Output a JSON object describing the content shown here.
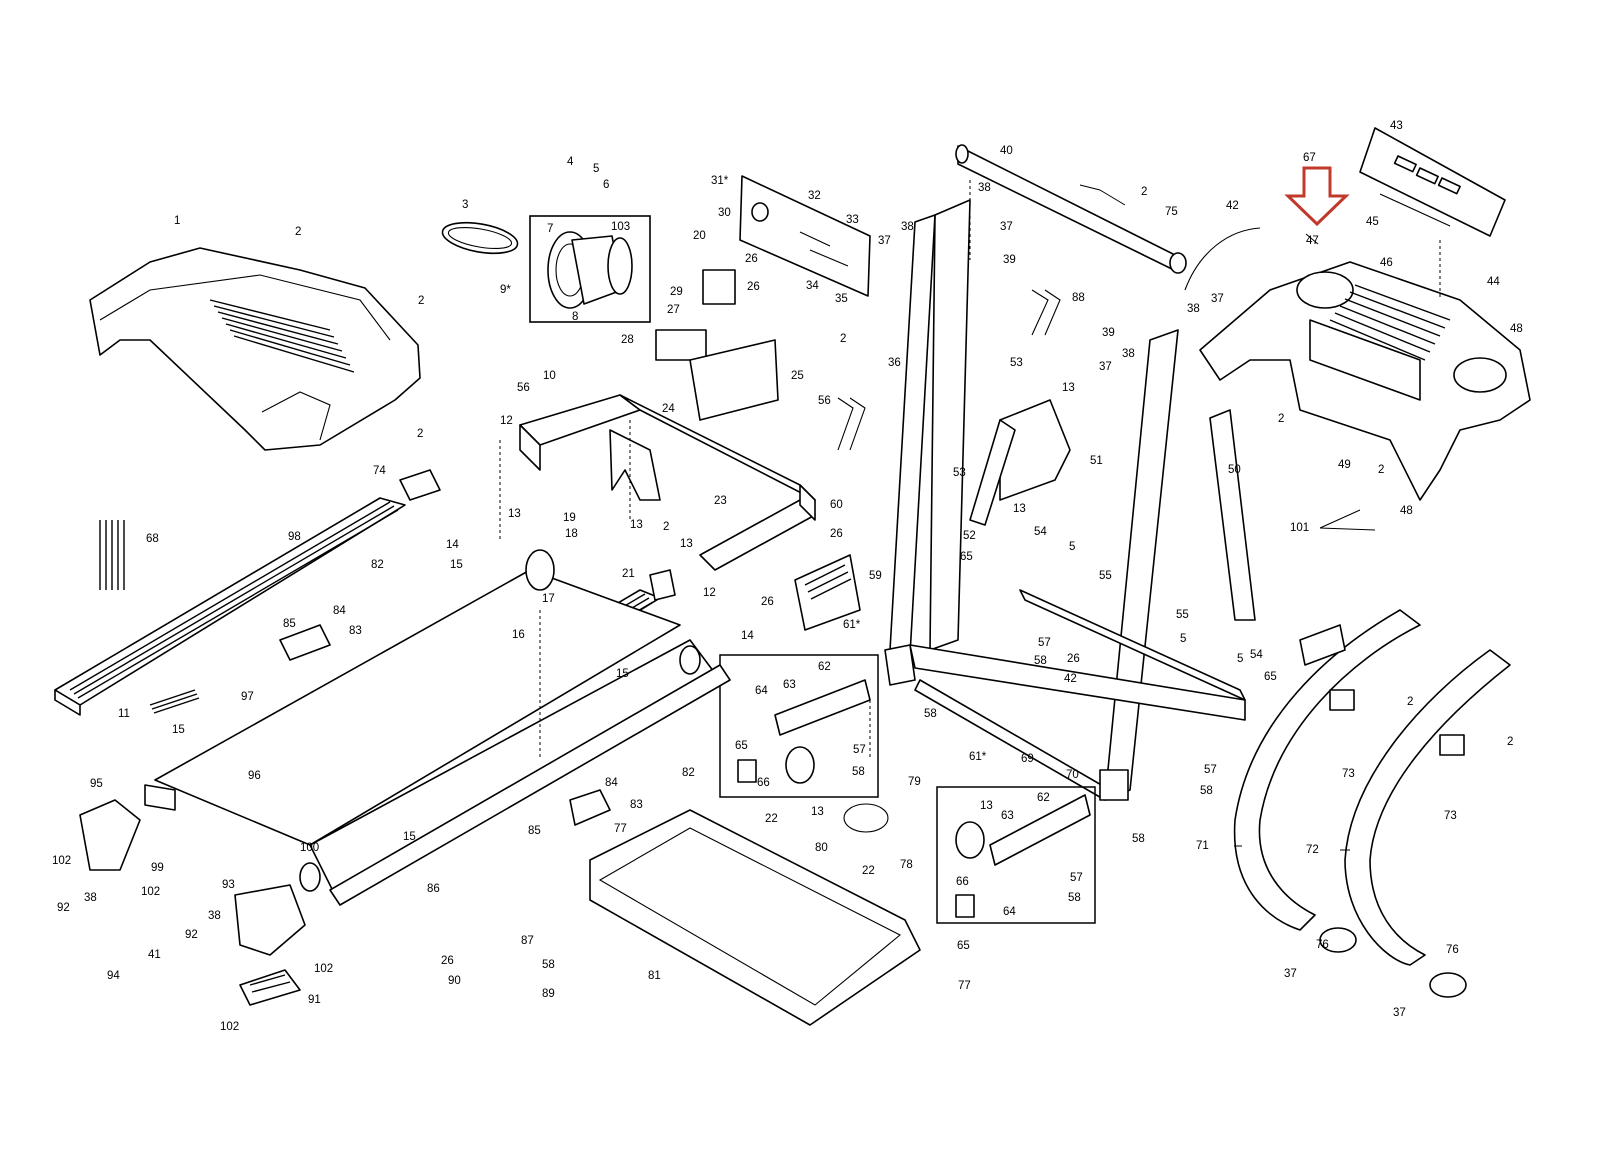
{
  "diagram": {
    "highlight_color": "#c0392b",
    "highlighted_callout": "47",
    "callouts": [
      {
        "id": "c1",
        "text": "1"
      },
      {
        "id": "c2a",
        "text": "2"
      },
      {
        "id": "c2b",
        "text": "2"
      },
      {
        "id": "c3",
        "text": "3"
      },
      {
        "id": "c4",
        "text": "4"
      },
      {
        "id": "c5a",
        "text": "5"
      },
      {
        "id": "c6",
        "text": "6"
      },
      {
        "id": "c7",
        "text": "7"
      },
      {
        "id": "c103",
        "text": "103"
      },
      {
        "id": "c9",
        "text": "9*"
      },
      {
        "id": "c8",
        "text": "8"
      },
      {
        "id": "c20",
        "text": "20"
      },
      {
        "id": "c26a",
        "text": "26"
      },
      {
        "id": "c31",
        "text": "31*"
      },
      {
        "id": "c30",
        "text": "30"
      },
      {
        "id": "c32",
        "text": "32"
      },
      {
        "id": "c33",
        "text": "33"
      },
      {
        "id": "c34",
        "text": "34"
      },
      {
        "id": "c35",
        "text": "35"
      },
      {
        "id": "c29",
        "text": "29"
      },
      {
        "id": "c27",
        "text": "27"
      },
      {
        "id": "c26b",
        "text": "26"
      },
      {
        "id": "c28",
        "text": "28"
      },
      {
        "id": "c24",
        "text": "24"
      },
      {
        "id": "c25",
        "text": "25"
      },
      {
        "id": "c10",
        "text": "10"
      },
      {
        "id": "c56a",
        "text": "56"
      },
      {
        "id": "c12a",
        "text": "12"
      },
      {
        "id": "c13a",
        "text": "13"
      },
      {
        "id": "c19",
        "text": "19"
      },
      {
        "id": "c13b",
        "text": "13"
      },
      {
        "id": "c2c",
        "text": "2"
      },
      {
        "id": "c23",
        "text": "23"
      },
      {
        "id": "c60",
        "text": "60"
      },
      {
        "id": "c26c",
        "text": "26"
      },
      {
        "id": "c18",
        "text": "18"
      },
      {
        "id": "c13c",
        "text": "13"
      },
      {
        "id": "c21",
        "text": "21"
      },
      {
        "id": "c12b",
        "text": "12"
      },
      {
        "id": "c26d",
        "text": "26"
      },
      {
        "id": "c59",
        "text": "59"
      },
      {
        "id": "c56b",
        "text": "56"
      },
      {
        "id": "c40",
        "text": "40"
      },
      {
        "id": "c38a",
        "text": "38"
      },
      {
        "id": "c37a",
        "text": "37"
      },
      {
        "id": "c2d",
        "text": "2"
      },
      {
        "id": "c75",
        "text": "75"
      },
      {
        "id": "c42a",
        "text": "42"
      },
      {
        "id": "c38b",
        "text": "38"
      },
      {
        "id": "c37b",
        "text": "37"
      },
      {
        "id": "c39a",
        "text": "39"
      },
      {
        "id": "c88",
        "text": "88"
      },
      {
        "id": "c2e",
        "text": "2"
      },
      {
        "id": "c36",
        "text": "36"
      },
      {
        "id": "c39b",
        "text": "39"
      },
      {
        "id": "c38c",
        "text": "38"
      },
      {
        "id": "c37c",
        "text": "37"
      },
      {
        "id": "c38d",
        "text": "38"
      },
      {
        "id": "c37d",
        "text": "37"
      },
      {
        "id": "c53a",
        "text": "53"
      },
      {
        "id": "c13d",
        "text": "13"
      },
      {
        "id": "c51",
        "text": "51"
      },
      {
        "id": "c53b",
        "text": "53"
      },
      {
        "id": "c52",
        "text": "52"
      },
      {
        "id": "c13e",
        "text": "13"
      },
      {
        "id": "c54a",
        "text": "54"
      },
      {
        "id": "c65a",
        "text": "65"
      },
      {
        "id": "c5b",
        "text": "5"
      },
      {
        "id": "c55a",
        "text": "55"
      },
      {
        "id": "c57a",
        "text": "57"
      },
      {
        "id": "c58a",
        "text": "58"
      },
      {
        "id": "c26e",
        "text": "26"
      },
      {
        "id": "c42b",
        "text": "42"
      },
      {
        "id": "c55b",
        "text": "55"
      },
      {
        "id": "c5c",
        "text": "5"
      },
      {
        "id": "c5d",
        "text": "5"
      },
      {
        "id": "c54b",
        "text": "54"
      },
      {
        "id": "c65b",
        "text": "65"
      },
      {
        "id": "c58b",
        "text": "58"
      },
      {
        "id": "c69",
        "text": "69"
      },
      {
        "id": "c70",
        "text": "70"
      },
      {
        "id": "c57b",
        "text": "57"
      },
      {
        "id": "c58c",
        "text": "58"
      },
      {
        "id": "c58d",
        "text": "58"
      },
      {
        "id": "c43",
        "text": "43"
      },
      {
        "id": "c67",
        "text": "67"
      },
      {
        "id": "c45",
        "text": "45"
      },
      {
        "id": "c47",
        "text": "47"
      },
      {
        "id": "c46",
        "text": "46"
      },
      {
        "id": "c44",
        "text": "44"
      },
      {
        "id": "c48a",
        "text": "48"
      },
      {
        "id": "c2f",
        "text": "2"
      },
      {
        "id": "c49",
        "text": "49"
      },
      {
        "id": "c2g",
        "text": "2"
      },
      {
        "id": "c50",
        "text": "50"
      },
      {
        "id": "c101",
        "text": "101"
      },
      {
        "id": "c48b",
        "text": "48"
      },
      {
        "id": "c68",
        "text": "68"
      },
      {
        "id": "c98",
        "text": "98"
      },
      {
        "id": "c74",
        "text": "74"
      },
      {
        "id": "c2h",
        "text": "2"
      },
      {
        "id": "c14a",
        "text": "14"
      },
      {
        "id": "c15a",
        "text": "15"
      },
      {
        "id": "c17",
        "text": "17"
      },
      {
        "id": "c82a",
        "text": "82"
      },
      {
        "id": "c84a",
        "text": "84"
      },
      {
        "id": "c83a",
        "text": "83"
      },
      {
        "id": "c85a",
        "text": "85"
      },
      {
        "id": "c16",
        "text": "16"
      },
      {
        "id": "c15b",
        "text": "15"
      },
      {
        "id": "c11",
        "text": "11"
      },
      {
        "id": "c97",
        "text": "97"
      },
      {
        "id": "c15c",
        "text": "15"
      },
      {
        "id": "c96",
        "text": "96"
      },
      {
        "id": "c14b",
        "text": "14"
      },
      {
        "id": "c61a",
        "text": "61*"
      },
      {
        "id": "c62a",
        "text": "62"
      },
      {
        "id": "c64a",
        "text": "64"
      },
      {
        "id": "c63a",
        "text": "63"
      },
      {
        "id": "c65c",
        "text": "65"
      },
      {
        "id": "c66a",
        "text": "66"
      },
      {
        "id": "c57c",
        "text": "57"
      },
      {
        "id": "c58e",
        "text": "58"
      },
      {
        "id": "c13f",
        "text": "13"
      },
      {
        "id": "c82b",
        "text": "82"
      },
      {
        "id": "c84b",
        "text": "84"
      },
      {
        "id": "c83b",
        "text": "83"
      },
      {
        "id": "c85b",
        "text": "85"
      },
      {
        "id": "c77a",
        "text": "77"
      },
      {
        "id": "c22a",
        "text": "22"
      },
      {
        "id": "c79",
        "text": "79"
      },
      {
        "id": "c80",
        "text": "80"
      },
      {
        "id": "c22b",
        "text": "22"
      },
      {
        "id": "c78",
        "text": "78"
      },
      {
        "id": "c81",
        "text": "81"
      },
      {
        "id": "c77b",
        "text": "77"
      },
      {
        "id": "c61b",
        "text": "61*"
      },
      {
        "id": "c13g",
        "text": "13"
      },
      {
        "id": "c62b",
        "text": "62"
      },
      {
        "id": "c63b",
        "text": "63"
      },
      {
        "id": "c66b",
        "text": "66"
      },
      {
        "id": "c57d",
        "text": "57"
      },
      {
        "id": "c58f",
        "text": "58"
      },
      {
        "id": "c64b",
        "text": "64"
      },
      {
        "id": "c65d",
        "text": "65"
      },
      {
        "id": "c95",
        "text": "95"
      },
      {
        "id": "c102a",
        "text": "102"
      },
      {
        "id": "c99",
        "text": "99"
      },
      {
        "id": "c92a",
        "text": "92"
      },
      {
        "id": "c38e",
        "text": "38"
      },
      {
        "id": "c102b",
        "text": "102"
      },
      {
        "id": "c100",
        "text": "100"
      },
      {
        "id": "c15d",
        "text": "15"
      },
      {
        "id": "c86",
        "text": "86"
      },
      {
        "id": "c93",
        "text": "93"
      },
      {
        "id": "c38f",
        "text": "38"
      },
      {
        "id": "c92b",
        "text": "92"
      },
      {
        "id": "c102c",
        "text": "102"
      },
      {
        "id": "c94",
        "text": "94"
      },
      {
        "id": "c41",
        "text": "41"
      },
      {
        "id": "c91",
        "text": "91"
      },
      {
        "id": "c102d",
        "text": "102"
      },
      {
        "id": "c26f",
        "text": "26"
      },
      {
        "id": "c90",
        "text": "90"
      },
      {
        "id": "c87",
        "text": "87"
      },
      {
        "id": "c58g",
        "text": "58"
      },
      {
        "id": "c89",
        "text": "89"
      },
      {
        "id": "c71",
        "text": "71"
      },
      {
        "id": "c76a",
        "text": "76"
      },
      {
        "id": "c37e",
        "text": "37"
      },
      {
        "id": "c73a",
        "text": "73"
      },
      {
        "id": "c2i",
        "text": "2"
      },
      {
        "id": "c72",
        "text": "72"
      },
      {
        "id": "c73b",
        "text": "73"
      },
      {
        "id": "c2j",
        "text": "2"
      },
      {
        "id": "c76b",
        "text": "76"
      },
      {
        "id": "c37f",
        "text": "37"
      }
    ]
  }
}
